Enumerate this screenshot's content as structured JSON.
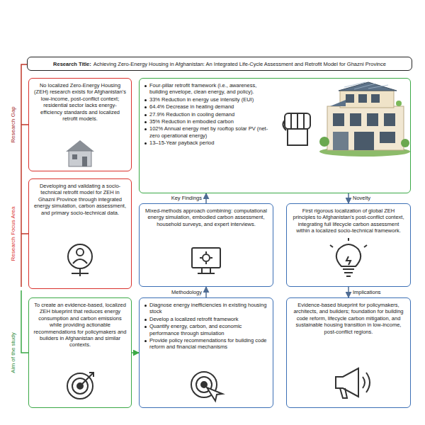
{
  "diagram": {
    "nodes": [
      {
        "text": [
          "Research Title:",
          "Achieving Zero-Energy Housing in Afghanistan: An Integrated Life-Cycle Assessment and Retrofit Model for Ghazni Province"
        ]
      },
      {
        "text": [
          "No localized Zero-Energy Housing (ZEH) research exists for Afghanistan's low-income, post-conflict context; residential sector lacks energy-efficiency standards and localized retrofit models."
        ]
      },
      {
        "text": [
          "Four-pillar retrofit framework (i.e., awareness, building envelope, clean energy, and policy).",
          "33% Reduction in energy use intensity (EUI)",
          "64.4% Decrease in heating demand",
          "27.9% Reduction in cooling demand",
          "35% Reduction in embodied carbon",
          "102% Annual energy met by rooftop solar PV (net-zero operational energy)",
          "13–15-Year payback period"
        ]
      },
      {
        "text": [
          "Developing and validating a socio-technical retrofit model for ZEH in Ghazni Province through integrated energy simulation, carbon assessment, and primary socio-technical data."
        ]
      },
      {
        "text": [
          "Mixed-methods approach combining: computational energy simulation, embodied carbon assessment, household surveys, and expert interviews."
        ]
      },
      {
        "text": [
          "First rigorous localization of global ZEH principles to Afghanistan's post-conflict context, integrating full lifecycle carbon assessment within a localized socio-technical framework."
        ]
      },
      {
        "text": [
          "To create an evidence-based, localized ZEH blueprint that reduces energy consumption and carbon emissions while providing actionable recommendations for policymakers and builders in Afghanistan and similar contexts."
        ]
      },
      {
        "text": [
          "Diagnose energy inefficiencies in existing housing stock",
          "Develop a localized retrofit framework",
          "Quantify energy, carbon, and economic performance through simulation",
          "Provide policy recommendations for building code reform and financial mechanisms"
        ]
      },
      {
        "text": [
          "Evidence-based blueprint for policymakers, architects, and builders; foundation for building code reform, lifecycle carbon mitigation, and sustainable housing transition in low-income, post-conflict regions."
        ]
      }
    ],
    "edges": [
      {
        "from": 6,
        "to": 7,
        "arrow": "to"
      },
      {
        "from": 7,
        "to": 4,
        "arrow": "to",
        "label": "Methodology"
      },
      {
        "from": 4,
        "to": 2,
        "arrow": "to",
        "label": "Key Findings"
      },
      {
        "from": 2,
        "to": 5,
        "arrow": "to",
        "label": "Novelty"
      },
      {
        "from": 5,
        "to": 8,
        "arrow": "to",
        "label": "Implications"
      }
    ],
    "labels": [
      "Research Gap",
      "Research Focus Area",
      "Aim of the study"
    ]
  }
}
